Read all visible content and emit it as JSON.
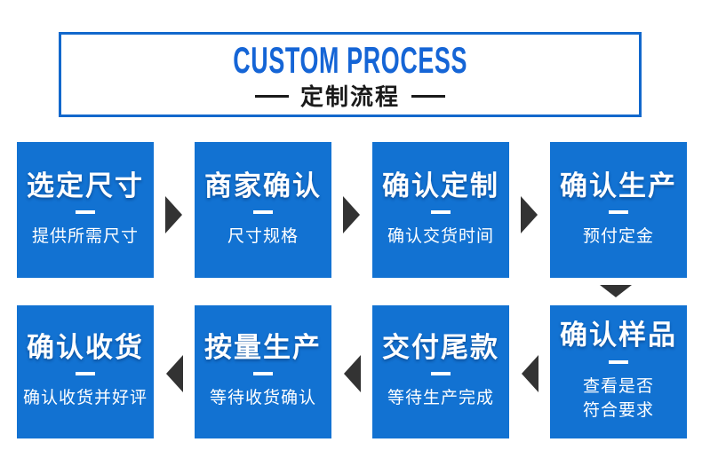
{
  "header": {
    "title_en": "CUSTOM PROCESS",
    "title_zh": "定制流程"
  },
  "steps": [
    {
      "title": "选定尺寸",
      "subtitle": "提供所需尺寸"
    },
    {
      "title": "商家确认",
      "subtitle": "尺寸规格"
    },
    {
      "title": "确认定制",
      "subtitle": "确认交货时间"
    },
    {
      "title": "确认生产",
      "subtitle": "预付定金"
    },
    {
      "title": "确认样品",
      "subtitle": "查看是否\n符合要求"
    },
    {
      "title": "交付尾款",
      "subtitle": "等待生产完成"
    },
    {
      "title": "按量生产",
      "subtitle": "等待收货确认"
    },
    {
      "title": "确认收货",
      "subtitle": "确认收货并好评"
    }
  ],
  "colors": {
    "box_blue": "#1272d2",
    "header_border_blue": "#1268cc",
    "title_en_blue": "#1565d6",
    "arrow_dark": "#333333"
  }
}
